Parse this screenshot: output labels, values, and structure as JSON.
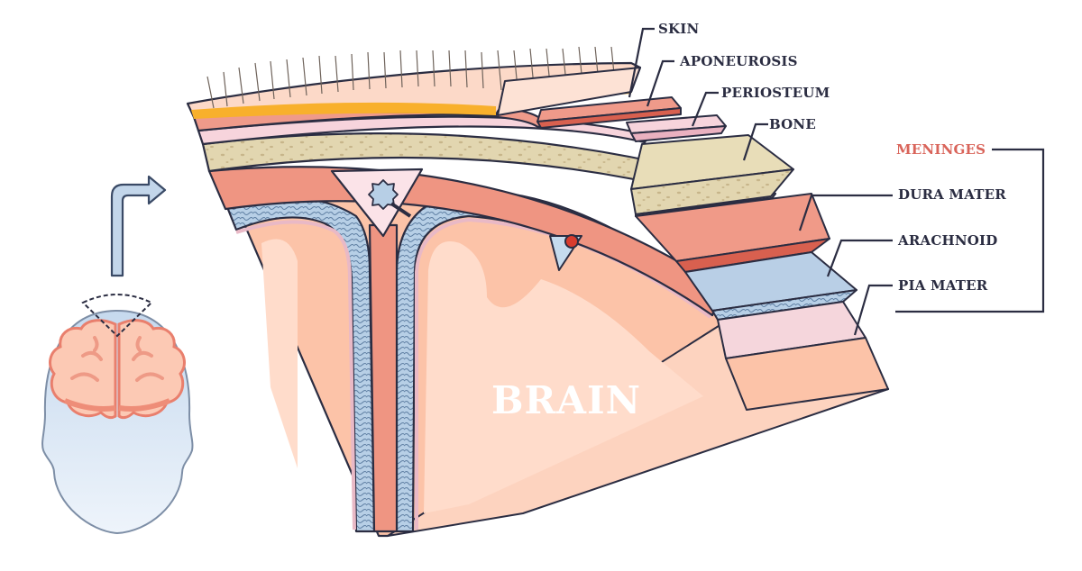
{
  "diagram": {
    "title": "Meninges and scalp layers cross-section",
    "main_label": "BRAIN",
    "scalp_layers": [
      {
        "label": "SKIN",
        "color": "#fcd9c8"
      },
      {
        "label": "APONEUROSIS",
        "color": "#ef9a8a"
      },
      {
        "label": "PERIOSTEUM",
        "color": "#f7d4dc"
      },
      {
        "label": "BONE",
        "color": "#e8ddb8"
      }
    ],
    "meninges": {
      "group_label": "MENINGES",
      "group_color": "#d9645a",
      "layers": [
        {
          "label": "DURA MATER",
          "color": "#f09a88"
        },
        {
          "label": "ARACHNOID",
          "color": "#b9cfe6"
        },
        {
          "label": "PIA MATER",
          "color": "#f5d6dc"
        }
      ]
    },
    "colors": {
      "outline": "#2b2d42",
      "brain": "#fcc3a8",
      "brain_light": "#ffdccb",
      "fat": "#f8b02c",
      "hair": "#6e625a",
      "head": "#cfe0f0"
    }
  }
}
